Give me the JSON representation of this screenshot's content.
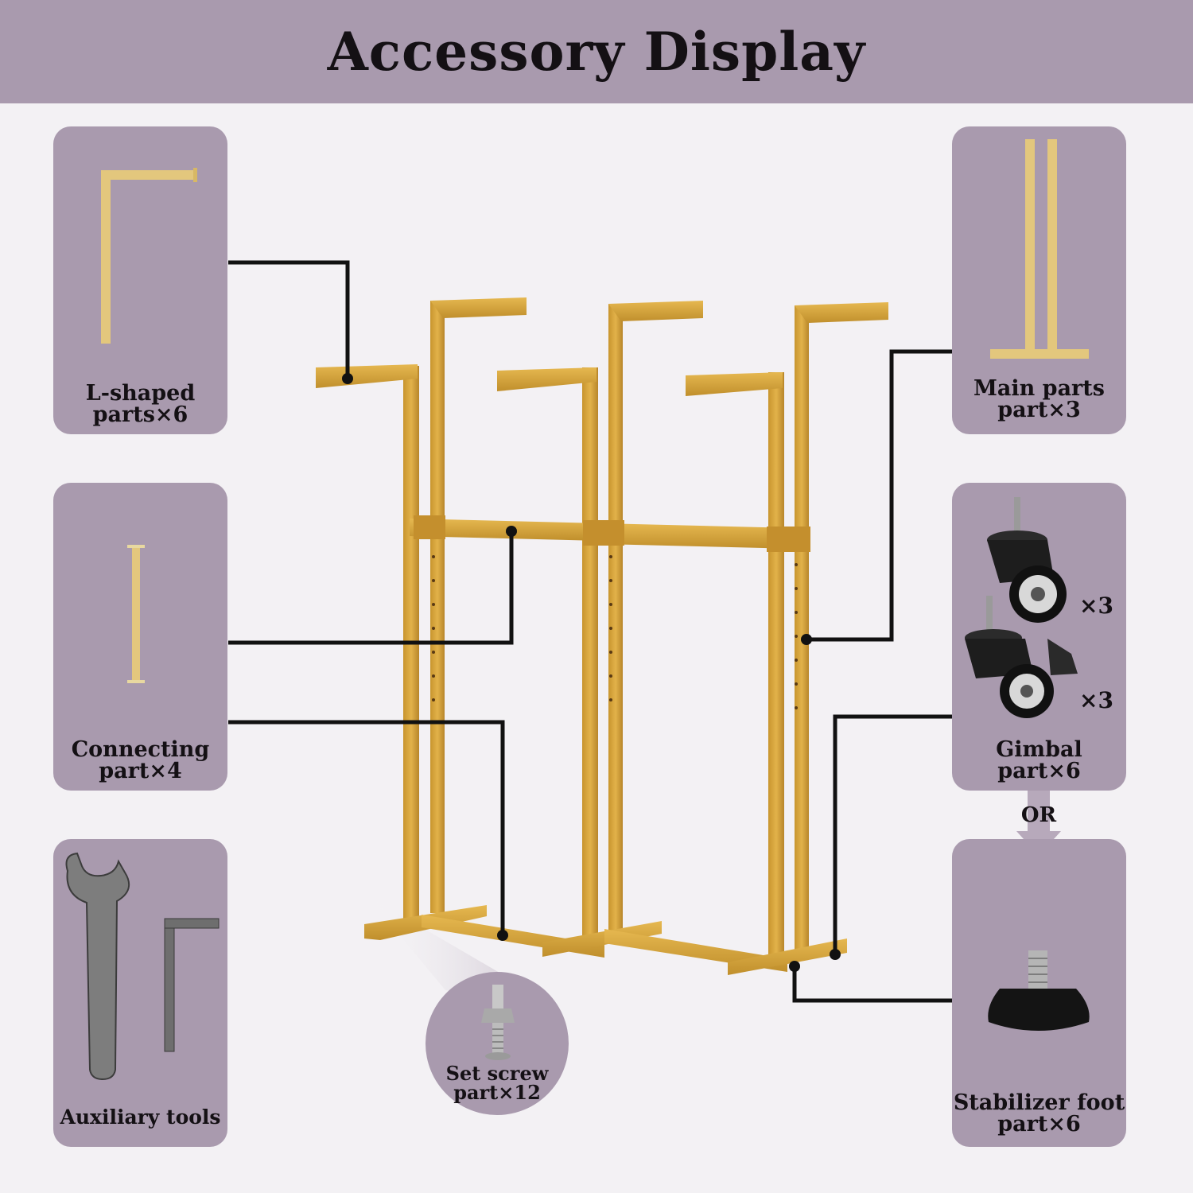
{
  "header": {
    "title": "Accessory Display"
  },
  "cards": {
    "l_shaped": {
      "line1": "L-shaped",
      "line2": "parts×6"
    },
    "main": {
      "line1": "Main parts",
      "line2": "part×3"
    },
    "connecting": {
      "line1": "Connecting",
      "line2": "part×4"
    },
    "gimbal": {
      "line1": "Gimbal",
      "line2": "part×6",
      "qty_top": "×3",
      "qty_bottom": "×3"
    },
    "auxiliary": {
      "line1": "Auxiliary tools"
    },
    "stabilizer": {
      "line1": "Stabilizer foot",
      "line2": "part×6"
    }
  },
  "or_label": "OR",
  "set_screw": {
    "line1": "Set screw",
    "line2": "part×12"
  },
  "colors": {
    "panel": "#a99aae",
    "gold": "#d7a73a",
    "gold_dark": "#b8892a",
    "background": "#f3f1f4",
    "leader": "#111111"
  },
  "icons": [
    "wrench-icon",
    "hex-key-icon",
    "caster-wheel-icon",
    "caster-wheel-brake-icon",
    "bolt-icon",
    "leveling-foot-icon"
  ]
}
